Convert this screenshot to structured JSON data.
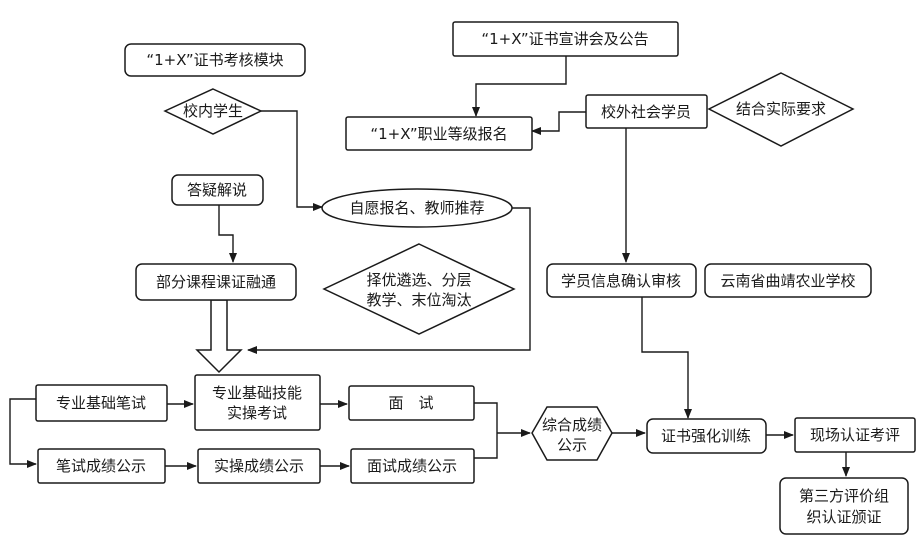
{
  "nodes": {
    "exam_module": "“1+X”证书考核模块",
    "presentation": "“1+X”证书宣讲会及公告",
    "registration": "“1+X”职业等级报名",
    "social_learners": "校外社会学员",
    "actual_requirements": "结合实际要求",
    "campus_students": "校内学生",
    "voluntary_signup": "自愿报名、教师推荐",
    "qa": "答疑解说",
    "course_integration": "部分课程课证融通",
    "selection_line1": "择优遴选、分层",
    "selection_line2": "教学、末位淘汰",
    "info_review": "学员信息确认审核",
    "school": "云南省曲靖农业学校",
    "written_exam": "专业基础笔试",
    "practical_exam_line1": "专业基础技能",
    "practical_exam_line2": "实操考试",
    "interview": "面　试",
    "written_publish": "笔试成绩公示",
    "practical_publish": "实操成绩公示",
    "interview_publish": "面试成绩公示",
    "composite_line1": "综合成绩",
    "composite_line2": "公示",
    "intensive_training": "证书强化训练",
    "onsite_assessment": "现场认证考评",
    "third_party_line1": "第三方评价组",
    "third_party_line2": "织认证颁证"
  }
}
